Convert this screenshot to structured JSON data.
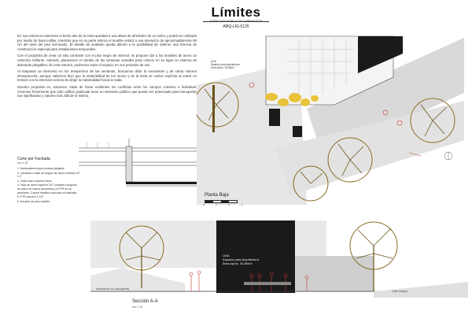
{
  "header": {
    "title": "Límites",
    "subtitle": "ESPACIOS PÚBLICOS Y PRIVADOS",
    "code": "ARQ-LIG-5125"
  },
  "body_text": [
    "En sus extremos exteriores el techo alto de la meta quedará a una altura de alrededor de un metro y podrá ser utilizado por medio de banco-sillas, mientras que en su parte interna el mueble estará a una elevación de aproximadamente 80 cm del nivel del piso terminado. El detalle de acabado queda abierto a la posibilidad de obtener una licencia de construcción especial para instalaciones temporales.",
    "Con el propósito de crear un sitio contraste con el piso negro de mármol, se propone dar a los muebles de acero un cobertizo brillante. Además, planeamos el cambio de las ventanas actuales para colocar en su lugar un sistema de aberturas plegables; de esta manera, podremos estar el espacio en sus periodos de uso.",
    "Al traspasar un elemento en los antepechos de las ventanas, buscamos diluir la envolvente y de cierta manera desvanecerla; aunque sabemos bien que la materialidad de los muros y de la meta se vuelve explícita al entrar en tensión con la intención teórica de dirigir la materialidad hacia la nada.",
    "Nuestro propósito es, entonces, tratar de hacer evidentes los conflictos entre los campos colectivo e individual. Creemos firmemente que todo edificio particular tiene un elemento público que puede ser potenciado para transportar sus significados y valores más allá de sí mismo."
  ],
  "corte": {
    "title": "Corte por Fachada",
    "scale": "esc 1:15",
    "legend": [
      "1. Mampostería para ventana plegable",
      "2. Canaleta o base de ángulo de acero medida 1/4\" x 2\"",
      "3. Vidrio claro espesor 6mm",
      "4. Hoja de acero espesor 3/4\" soldada a ángulos de acero en marco perimetral y a PTR en su perímetro. Cancel metálico colocado en fachada",
      "5. PTR sección 1 1/2\"",
      "6. Escalón de piso mueble"
    ]
  },
  "plan": {
    "label": "Planta Baja",
    "scale_numbers": [
      "0",
      "1",
      "2",
      "4"
    ],
    "note_title": "UGA",
    "note_lines": [
      "Espacio para Arquitectura",
      "Área Aprox. 35.80m2"
    ]
  },
  "section": {
    "label": "Sección A-A",
    "scale": "esc 1:75",
    "panel_title": "UGA",
    "panel_lines": [
      "Espacio para Arquitectura",
      "Área Aprox. 35.80m2"
    ],
    "street_left": "Avenida de los Insurgentes",
    "street_right": "Calle Chopin"
  },
  "colors": {
    "tree": "#8a6e24",
    "tree_dark": "#6b5318",
    "chairs": "#e8c23a",
    "red": "#c0392b",
    "black": "#1a1a1a"
  }
}
